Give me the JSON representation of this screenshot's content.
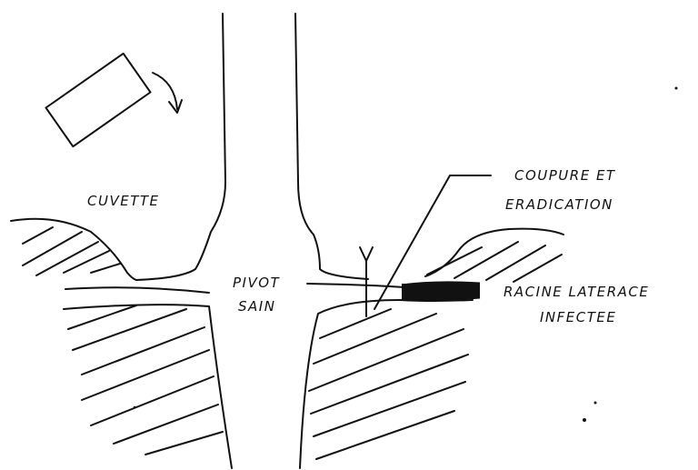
{
  "labels": {
    "cuvette": "CUVETTE",
    "pivot_line1": "PIVOT",
    "pivot_line2": "SAIN",
    "cut_line1": "COUPURE ET",
    "cut_line2": "ERADICATION",
    "lateral_line1": "RACINE LATERACE",
    "lateral_line2": "INFECTEE"
  },
  "colors": {
    "ink": "#111111",
    "background": "#ffffff"
  }
}
